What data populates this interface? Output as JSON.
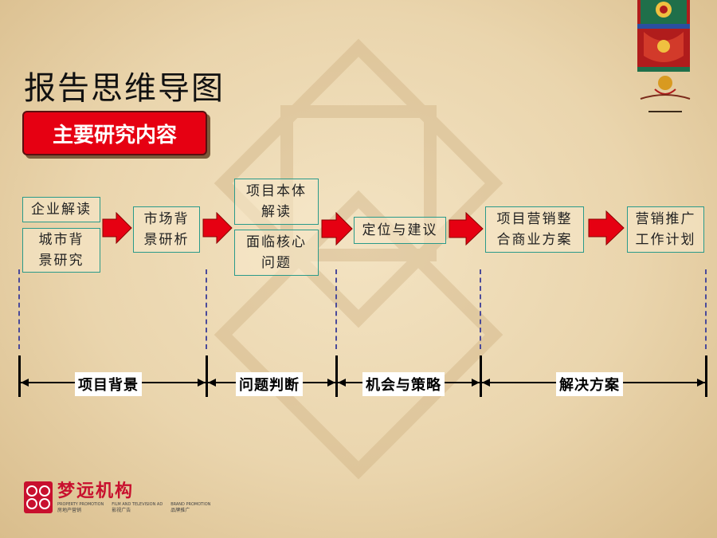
{
  "title": "报告思维导图",
  "subtitle": "主要研究内容",
  "boxes": {
    "qiye": "企业解读",
    "chengshi": "城市背景研究",
    "shichang": "市场背景研析",
    "xiangmu": "项目本体解读",
    "mianlin": "面临核心问题",
    "dingwei": "定位与建议",
    "yingxiao": "项目营销整合商业方案",
    "jihua": "营销推广工作计划"
  },
  "phases": [
    "项目背景",
    "问题判断",
    "机会与策略",
    "解决方案"
  ],
  "logo": {
    "name": "梦远机构",
    "line1": [
      "PROPERTY PROMOTION",
      "FILM AND TELEVISION AD",
      "BRAND PROMOTION"
    ],
    "line2": [
      "房地产营销",
      "影视广告",
      "品牌推广"
    ]
  },
  "colors": {
    "accent": "#e60012",
    "box_border": "#2a9a8a",
    "dash": "#4a4a9a"
  }
}
